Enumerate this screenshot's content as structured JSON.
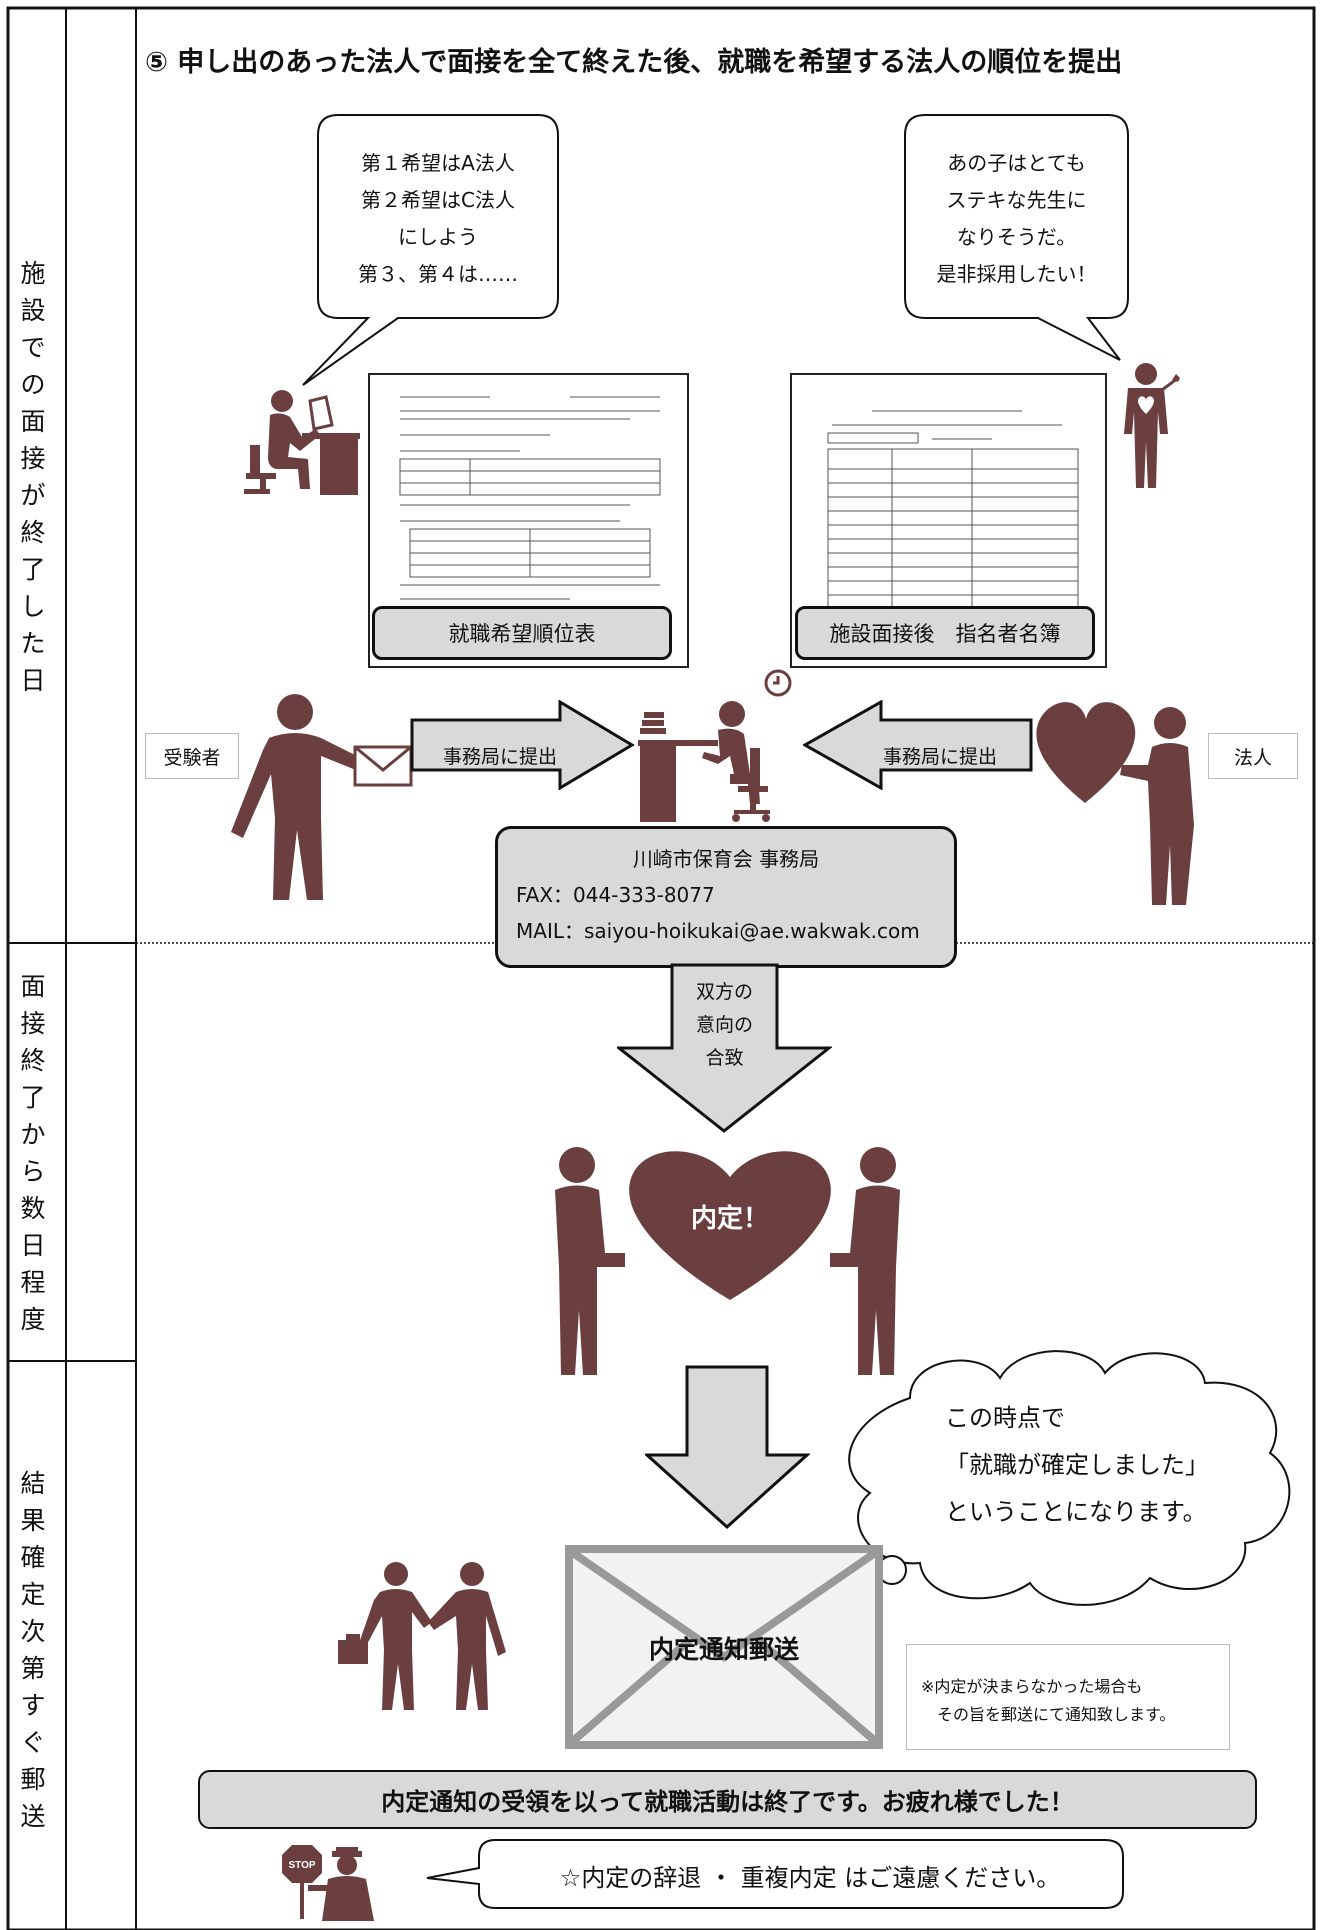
{
  "sidebar": {
    "phase1": [
      "施",
      "設",
      "で",
      "の",
      "面",
      "接",
      "が",
      "終",
      "了",
      "し",
      "た",
      "日"
    ],
    "phase2": [
      "面",
      "接",
      "終",
      "了",
      "か",
      "ら",
      "数",
      "日",
      "程",
      "度"
    ],
    "phase3": [
      "結",
      "果",
      "確",
      "定",
      "次",
      "第",
      "す",
      "ぐ",
      "郵",
      "送"
    ]
  },
  "step": {
    "title": "⑤ 申し出のあった法人で面接を全て終えた後、就職を希望する法人の順位を提出"
  },
  "bubbles": {
    "left": [
      "第１希望はA法人",
      "第２希望はC法人",
      "にしよう",
      "第３、第４は……"
    ],
    "right": [
      "あの子はとても",
      "ステキな先生に",
      "なりそうだ。",
      "是非採用したい！"
    ]
  },
  "documents": {
    "left_caption": "就職希望順位表",
    "right_caption": "施設面接後　指名者名簿"
  },
  "parties": {
    "applicant": "受験者",
    "corporation": "法人",
    "submit_left": "事務局に提出",
    "submit_right": "事務局に提出"
  },
  "office": {
    "name": "川崎市保育会 事務局",
    "fax": "FAX：044-333-8077",
    "mail": "MAIL：saiyou-hoikukai@ae.wakwak.com"
  },
  "agreement": [
    "双方の",
    "意向の",
    "合致"
  ],
  "offer": "内定！",
  "cloud": [
    "この時点で",
    "「就職が確定しました」",
    "ということになります。"
  ],
  "envelope_label": "内定通知郵送",
  "note": [
    "※内定が決まらなかった場合も",
    "その旨を郵送にて通知致します。"
  ],
  "final_message": "内定通知の受領を以って就職活動は終了です。お疲れ様でした！",
  "stop_sign": "STOP",
  "warning": "☆内定の辞退 ・ 重複内定 はご遠慮ください。",
  "colors": {
    "figure": "#6b3f3f",
    "box_fill": "#d9d9d9",
    "border": "#111111"
  }
}
